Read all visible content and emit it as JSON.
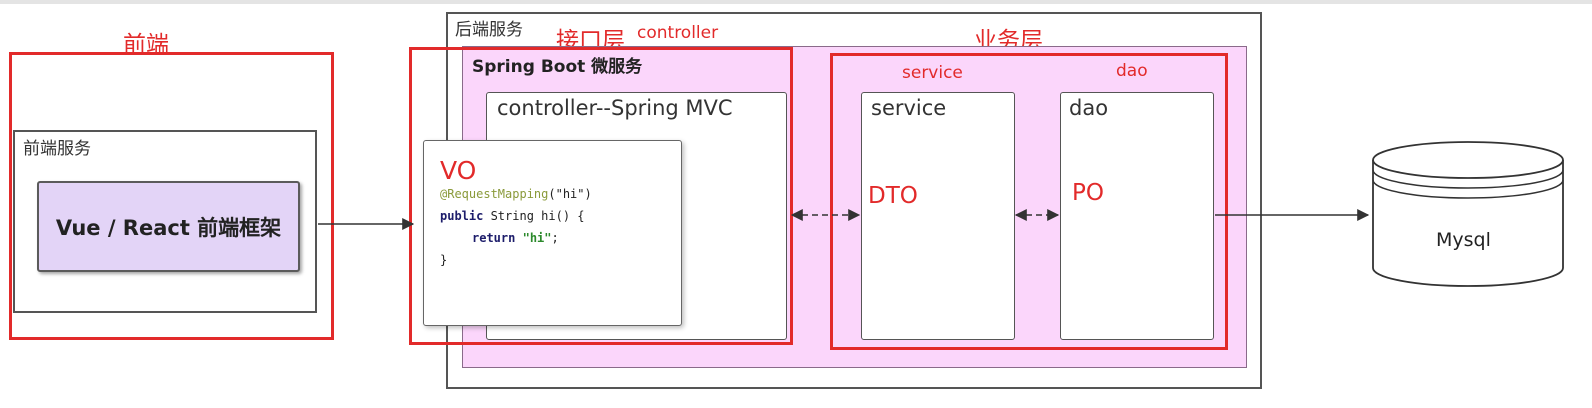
{
  "frontend": {
    "title": "前端",
    "service_label": "前端服务",
    "framework_label": "Vue /  React 前端框架"
  },
  "backend": {
    "service_label": "后端服务",
    "interface_layer": "接口层",
    "interface_sub": "controller",
    "business_layer": "业务层",
    "spring_boot": "Spring Boot 微服务",
    "controller_title": "controller--Spring MVC",
    "vo": "VO",
    "code": {
      "line1_annotation": "@RequestMapping",
      "line1_arg": "(\"hi\")",
      "line2_kw": "public",
      "line2_rest": " String hi() {",
      "line3_kw": "return",
      "line3_str": "\"hi\"",
      "line3_end": ";",
      "line4": "}"
    },
    "service_red": "service",
    "dao_red": "dao",
    "service_title": "service",
    "dao_title": "dao",
    "dto": "DTO",
    "po": "PO"
  },
  "database": {
    "label": "Mysql"
  },
  "colors": {
    "red": "#e22a2a",
    "pink": "#fbd6fb",
    "lavender": "#e3d4f7"
  }
}
